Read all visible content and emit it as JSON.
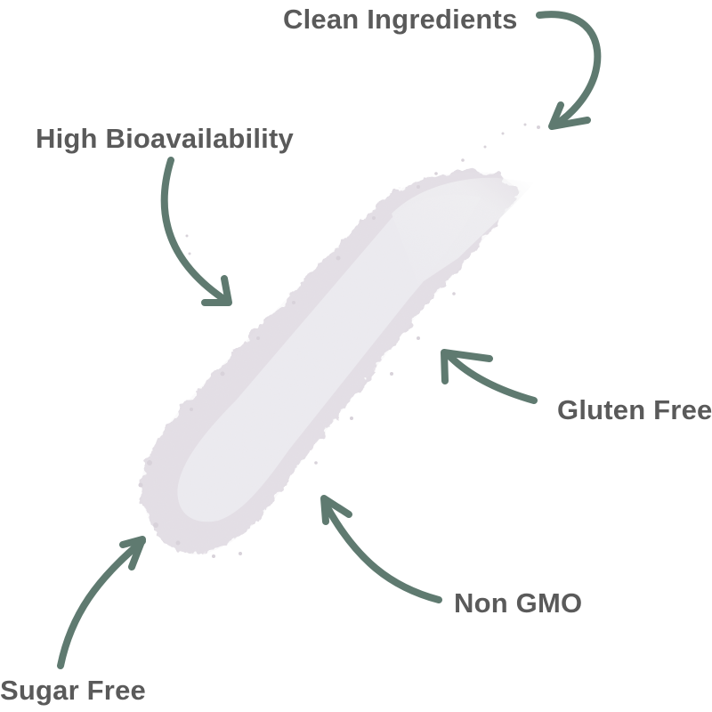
{
  "infographic": {
    "subject": "white powder swatch",
    "colors": {
      "background": "#ffffff",
      "label_text": "#5a5a5a",
      "arrow": "#5f7a70",
      "powder_fill": "#ecebf0",
      "powder_edge": "#dcd6de"
    },
    "features": [
      {
        "label": "Clean Ingredients",
        "arrow_direction": "down-left, curving toward powder top-right tip"
      },
      {
        "label": "High Bioavailability",
        "arrow_direction": "down-right, curving toward powder upper-left edge"
      },
      {
        "label": "Gluten Free",
        "arrow_direction": "up-left toward powder right side"
      },
      {
        "label": "Non GMO",
        "arrow_direction": "up-left toward powder lower edge"
      },
      {
        "label": "Sugar Free",
        "arrow_direction": "up-right toward powder bottom-left end"
      }
    ]
  }
}
